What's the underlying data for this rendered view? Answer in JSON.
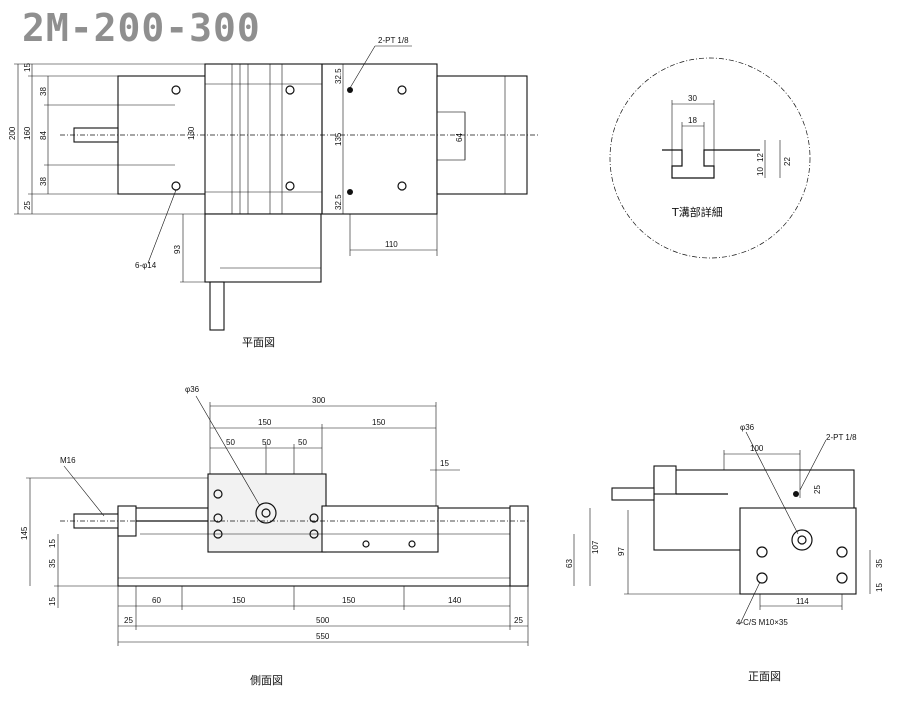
{
  "title": "2M-200-300",
  "captions": {
    "plan": "平面図",
    "side": "側面図",
    "front": "正面図",
    "tslot": "T溝部詳細"
  },
  "plan_view": {
    "note_pt": "2-PT 1/8",
    "note_holes": "6-φ14",
    "dims": {
      "d15": "15",
      "d38a": "38",
      "d84": "84",
      "d38b": "38",
      "d25": "25",
      "d200": "200",
      "d160": "160",
      "d130": "130",
      "d135": "135",
      "d32a": "32.5",
      "d32b": "32.5",
      "d64": "64",
      "d93": "93",
      "d110": "110"
    }
  },
  "tslot_detail": {
    "dims": {
      "d30": "30",
      "d18": "18",
      "d12": "12",
      "d10": "10",
      "d22": "22"
    }
  },
  "side_view": {
    "note_phi": "φ36",
    "note_m16": "M16",
    "dims": {
      "d300": "300",
      "d150a": "150",
      "d150b": "150",
      "d50a": "50",
      "d50b": "50",
      "d50c": "50",
      "d15top": "15",
      "d145": "145",
      "d15l": "15",
      "d35": "35",
      "d15bot": "15",
      "d107": "107",
      "d63": "63",
      "d60": "60",
      "d150c": "150",
      "d150d": "150",
      "d140": "140",
      "d25a": "25",
      "d500": "500",
      "d25b": "25",
      "d550": "550"
    }
  },
  "front_view": {
    "note_phi": "φ36",
    "note_pt": "2-PT 1/8",
    "note_cs": "4-C/S M10×35",
    "dims": {
      "d100": "100",
      "d25": "25",
      "d97": "97",
      "d15": "15",
      "d35": "35",
      "d114": "114"
    }
  }
}
